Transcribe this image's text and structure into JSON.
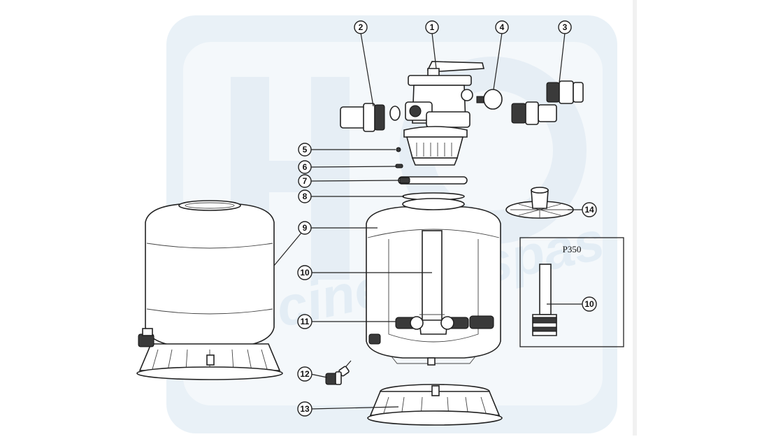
{
  "diagram": {
    "callouts": [
      "1",
      "2",
      "3",
      "4",
      "5",
      "6",
      "7",
      "8",
      "9",
      "10",
      "11",
      "12",
      "13",
      "14"
    ],
    "inset": {
      "title": "P350",
      "callout": "10"
    },
    "watermark": {
      "text": "piscines & spas"
    },
    "colors": {
      "watermark": "#e3edf5",
      "line": "#222222",
      "background": "#ffffff"
    }
  }
}
